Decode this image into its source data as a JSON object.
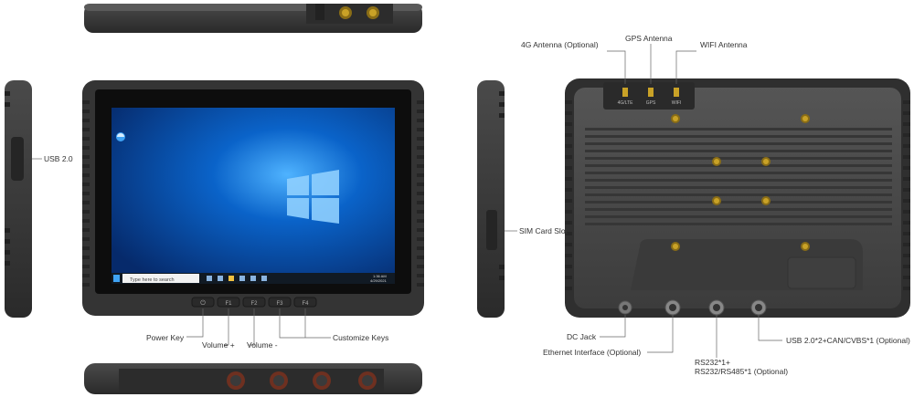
{
  "labels": {
    "usb20": "USB 2.0",
    "sim_card_slot": "SIM Card Slot",
    "power_key": "Power Key",
    "volume_plus": "Volume +",
    "volume_minus": "Volume -",
    "customize_keys": "Customize Keys",
    "antenna_4g": "4G Antenna (Optional)",
    "gps_antenna": "GPS Antenna",
    "wifi_antenna": "WIFI Antenna",
    "dc_jack": "DC Jack",
    "ethernet": "Ethernet Interface (Optional)",
    "rs232_line1": "RS232*1+",
    "rs232_line2": "RS232/RS485*1 (Optional)",
    "usb_can_cvbs": "USB 2.0*2+CAN/CVBS*1 (Optional)"
  },
  "panel_text": {
    "antenna_4g": "4G/LTE",
    "antenna_gps": "GPS",
    "antenna_wifi": "WIFI"
  },
  "screen": {
    "search_placeholder": "Type here to search",
    "desktop_icon": "edge-icon",
    "time": "1:36 AM",
    "date": "4/29/2021"
  },
  "keys": [
    "power-key-icon",
    "F1",
    "F2",
    "F3",
    "F4"
  ],
  "colors": {
    "body": "#3a3a3a",
    "body_dark": "#2a2a2a",
    "screen_blue": "#0a63c9",
    "taskbar": "#111a24",
    "gold": "#c9a227",
    "label": "#333333"
  }
}
